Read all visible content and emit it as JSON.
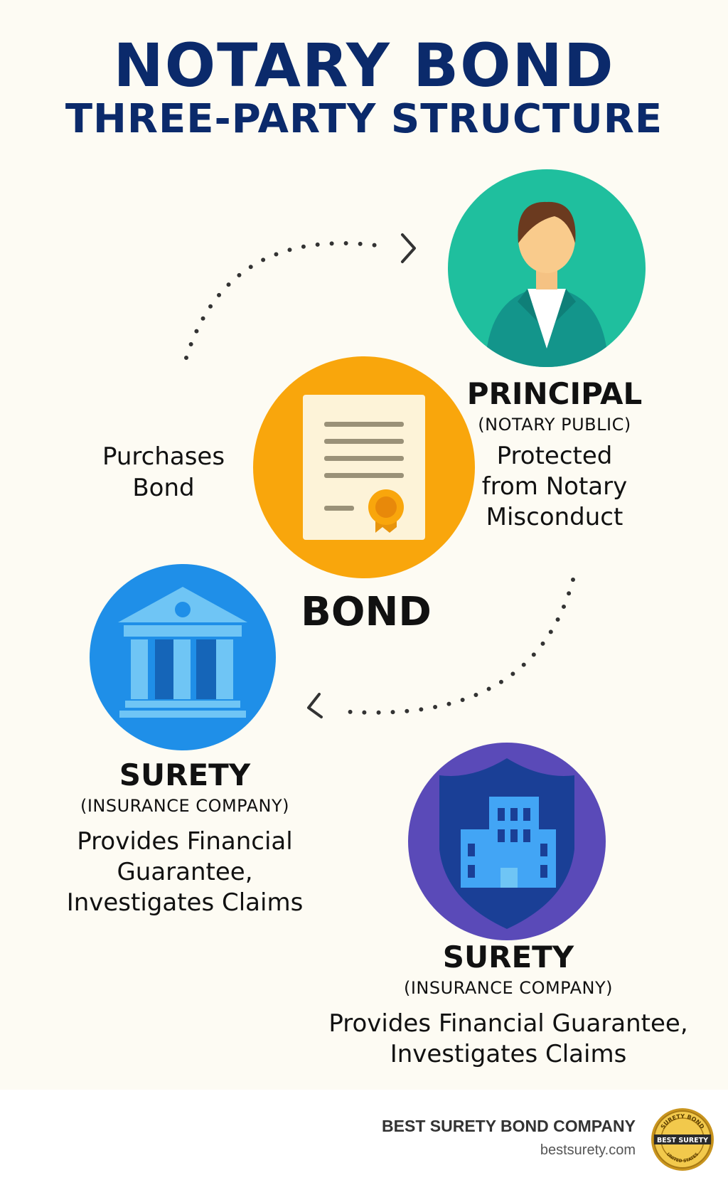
{
  "title": {
    "main": "NOTARY BOND",
    "sub": "THREE-PARTY STRUCTURE"
  },
  "flow_label": {
    "line1": "Purchases",
    "line2": "Bond"
  },
  "principal": {
    "heading": "PRINCIPAL",
    "role": "(NOTARY PUBLIC)",
    "desc_line1": "Protected",
    "desc_line2": "from Notary",
    "desc_line3": "Misconduct",
    "icon": "person-icon"
  },
  "bond": {
    "heading": "BOND",
    "icon": "certificate-icon"
  },
  "surety_left": {
    "heading": "SURETY",
    "role": "(INSURANCE COMPANY)",
    "desc_line1": "Provides Financial",
    "desc_line2": "Guarantee,",
    "desc_line3": "Investigates Claims",
    "icon": "bank-building-icon"
  },
  "surety_right": {
    "heading": "SURETY",
    "role": "(INSURANCE COMPANY)",
    "desc_line1": "Provides Financial Guarantee,",
    "desc_line2": "Investigates Claims",
    "icon": "shield-office-icon"
  },
  "footer": {
    "company": "BEST SURETY BOND COMPANY",
    "url": "bestsurety.com",
    "seal_top": "SURETY BOND",
    "seal_center": "BEST SURETY",
    "seal_bottom": "UNITED STATES"
  },
  "colors": {
    "title": "#0b2a6b",
    "principal_circle": "#1fbf9e",
    "bond_circle": "#f9a60c",
    "surety_left_circle": "#1f8fe8",
    "surety_right_circle": "#5a4ab8",
    "background": "#fdfbf3"
  }
}
